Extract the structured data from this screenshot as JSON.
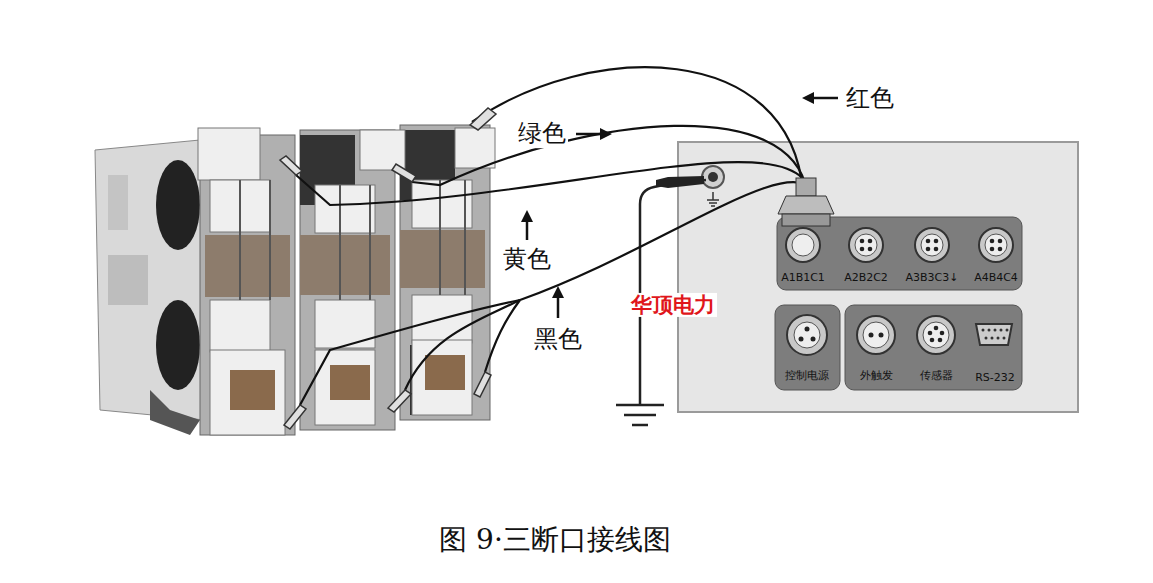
{
  "diagram": {
    "caption": "图 9·三断口接线图",
    "nodes": [
      {
        "text": [
          "A1B1C1",
          "A2B2C2",
          "A3B3C3↓",
          "A4B4C4"
        ]
      },
      {
        "text": [
          "控制电源"
        ]
      },
      {
        "text": [
          "外触发",
          "传感器",
          "RS-232"
        ]
      }
    ],
    "labels": [
      "绿色",
      "黄色",
      "黑色",
      "红色",
      "华顶电力"
    ]
  }
}
